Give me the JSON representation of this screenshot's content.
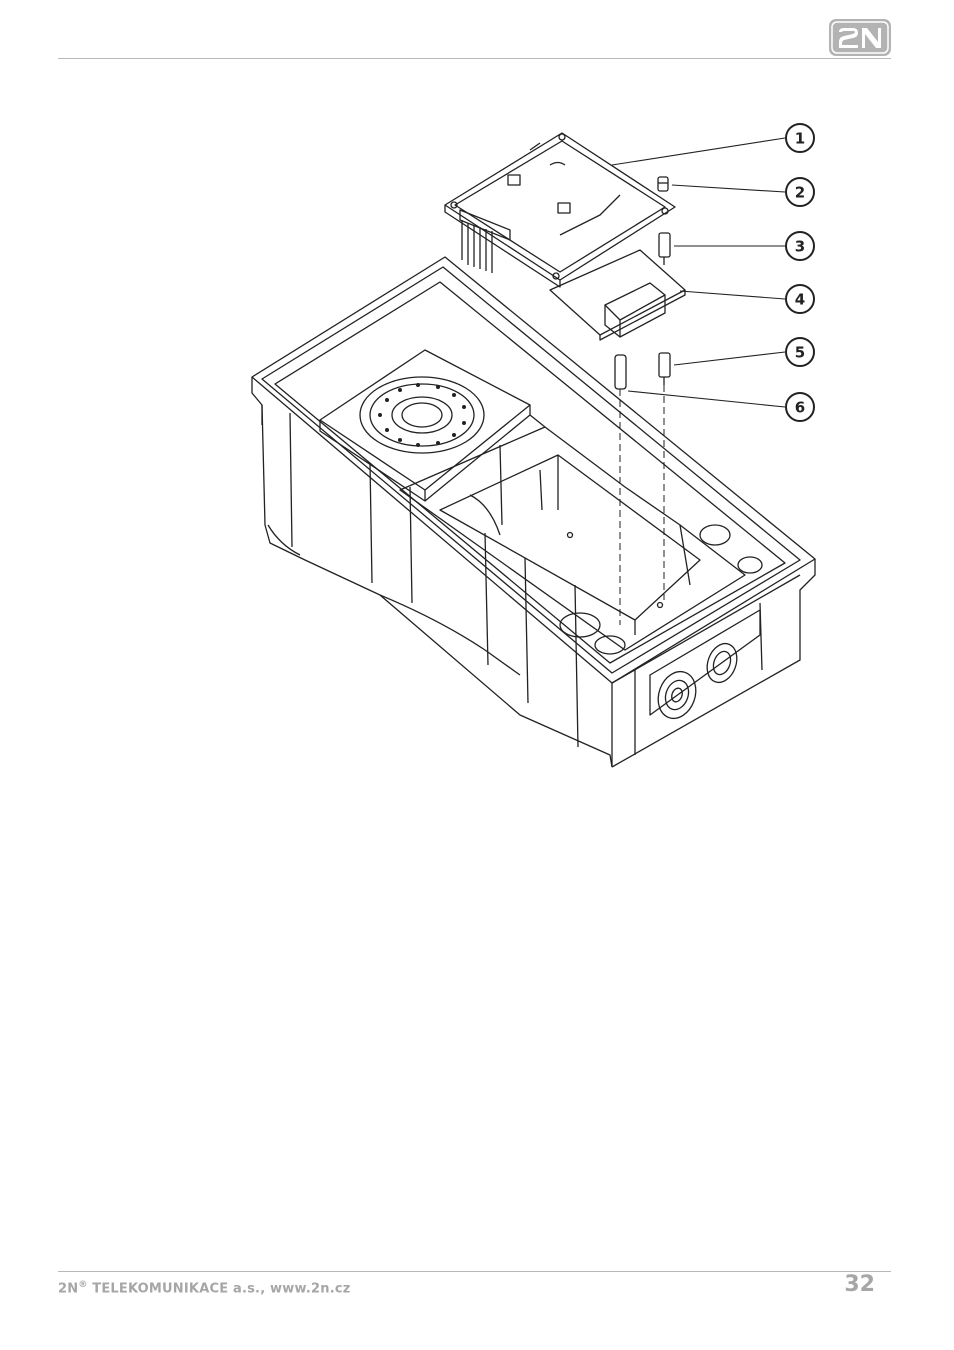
{
  "header": {
    "logo_text": "2N"
  },
  "figure": {
    "callouts": [
      {
        "label": "1"
      },
      {
        "label": "2"
      },
      {
        "label": "3"
      },
      {
        "label": "4"
      },
      {
        "label": "5"
      },
      {
        "label": "6"
      }
    ]
  },
  "footer": {
    "brand": "2N",
    "registered_mark": "®",
    "company": " TELEKOMUNIKACE a.s., www.2n.cz",
    "page_number": "32"
  },
  "colors": {
    "rule": "#b8b8b8",
    "footer_text": "#a6a6a6",
    "logo_fill": "#b3b3b3",
    "line_art": "#222222"
  }
}
